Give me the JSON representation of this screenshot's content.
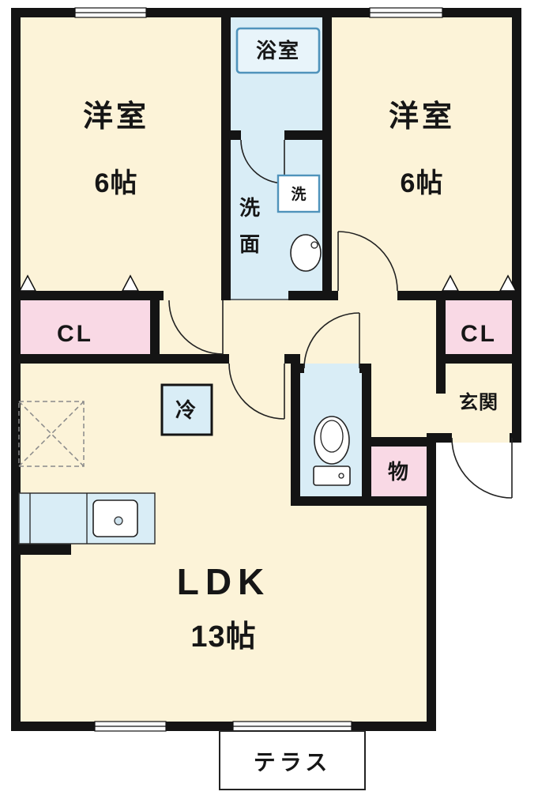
{
  "plan": {
    "bedroom_left": {
      "name": "洋室",
      "size": "6帖"
    },
    "bedroom_right": {
      "name": "洋室",
      "size": "6帖"
    },
    "bath": {
      "label": "浴室"
    },
    "washroom": {
      "line1": "洗",
      "line2": "面"
    },
    "washer": {
      "label": "洗"
    },
    "closet_left": {
      "label": "CL"
    },
    "closet_right": {
      "label": "CL"
    },
    "entrance": {
      "label": "玄関"
    },
    "fridge": {
      "label": "冷"
    },
    "storage": {
      "label": "物"
    },
    "ldk": {
      "name": "LDK",
      "size": "13帖"
    },
    "terrace": {
      "label": "テラス"
    }
  },
  "colors": {
    "room": "#fcf3d8",
    "water": "#d9edf6",
    "closet": "#f9d9e5",
    "wall": "#141414",
    "fixture_border": "#4f93bb",
    "outline": "#222222"
  }
}
